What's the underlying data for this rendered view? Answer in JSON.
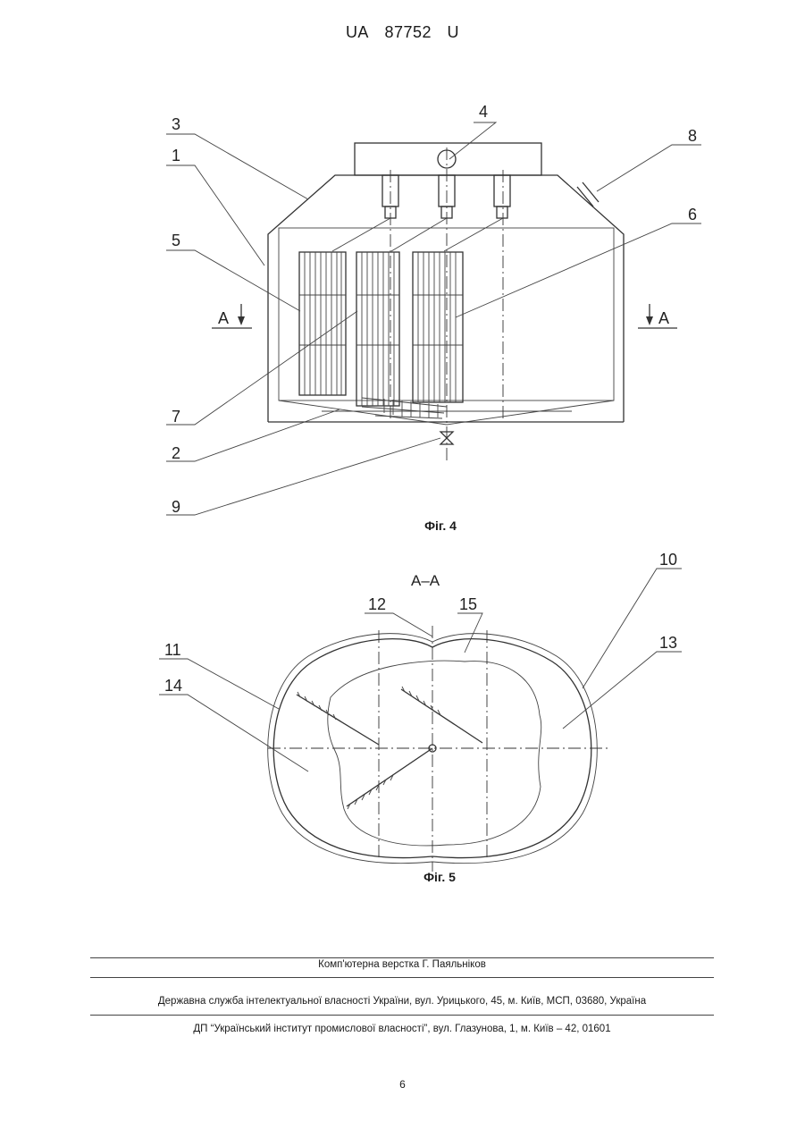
{
  "header": {
    "country": "UA",
    "number": "87752",
    "kind": "U"
  },
  "figures": {
    "fig4": {
      "caption": "Фіг. 4",
      "labels": {
        "l1": "1",
        "l2": "2",
        "l3": "3",
        "l4": "4",
        "l5": "5",
        "l6": "6",
        "l7": "7",
        "l8": "8",
        "l9": "9"
      },
      "section_left": "A",
      "section_right": "A"
    },
    "fig5": {
      "caption": "Фіг. 5",
      "section_title": "A–A",
      "labels": {
        "l10": "10",
        "l11": "11",
        "l12": "12",
        "l13": "13",
        "l14": "14",
        "l15": "15"
      }
    }
  },
  "footer": {
    "credit": "Комп'ютерна верстка Г. Паяльніков",
    "office": "Державна служба інтелектуальної власності України, вул. Урицького, 45, м. Київ, МСП, 03680, Україна",
    "institute": "ДП “Український інститут промислової власності”, вул. Глазунова, 1, м. Київ – 42, 01601"
  },
  "page_number": "6"
}
